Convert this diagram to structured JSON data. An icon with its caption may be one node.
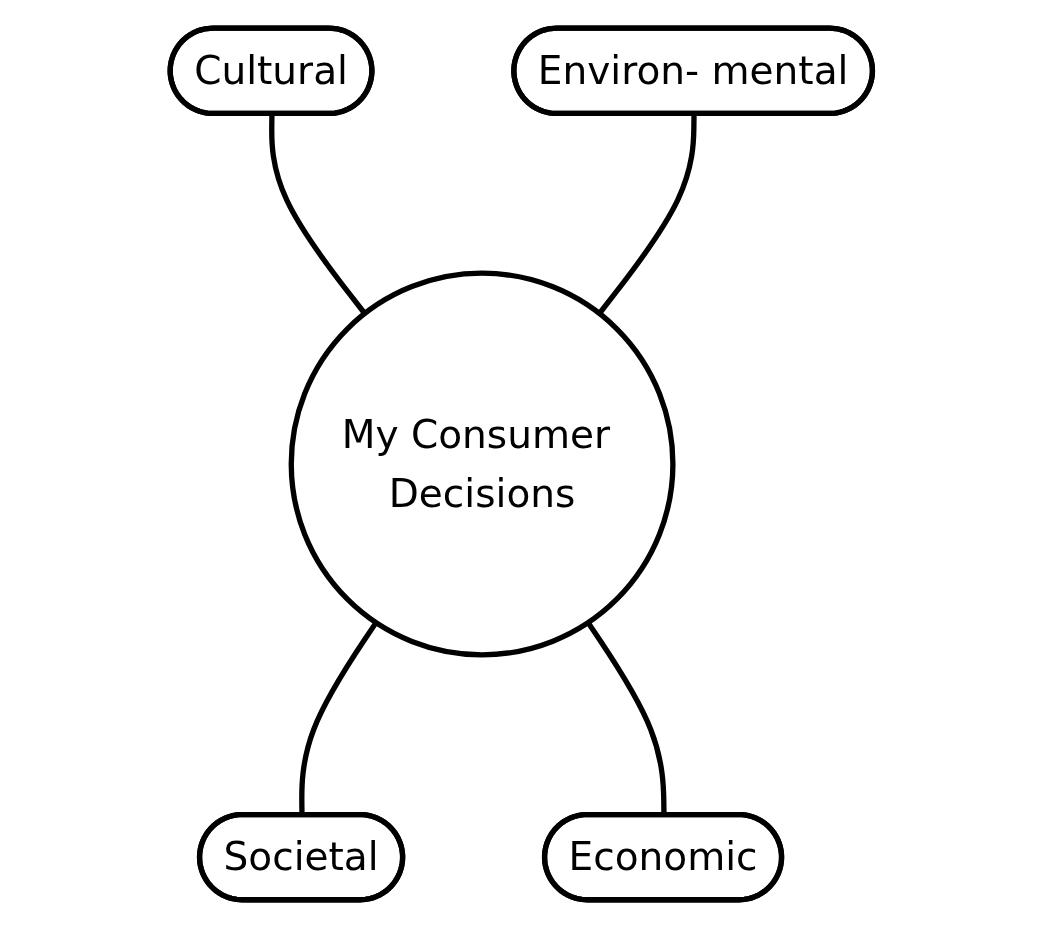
{
  "diagram": {
    "nodes": [
      {
        "text": [
          "Cultural"
        ]
      },
      {
        "text": [
          "Environ- mental"
        ]
      },
      {
        "text": [
          "My Consumer Decisions"
        ]
      },
      {
        "text": [
          "Societal"
        ]
      },
      {
        "text": [
          "Economic"
        ]
      }
    ],
    "edges": [
      {
        "from": 0,
        "to": 2,
        "arrow": "none"
      },
      {
        "from": 1,
        "to": 2,
        "arrow": "none"
      },
      {
        "from": 2,
        "to": 3,
        "arrow": "none"
      },
      {
        "from": 2,
        "to": 4,
        "arrow": "none"
      }
    ]
  }
}
